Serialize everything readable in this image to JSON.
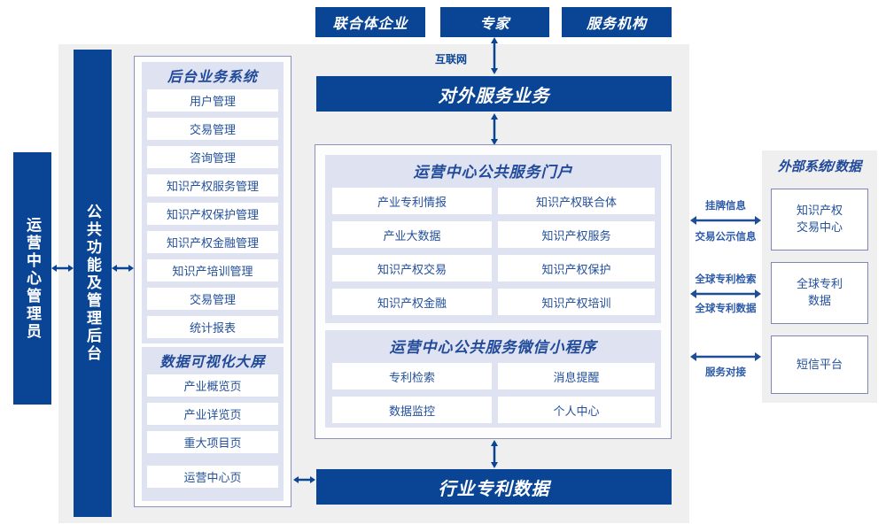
{
  "top_actors": [
    {
      "label": "联合体企业"
    },
    {
      "label": "专家"
    },
    {
      "label": "服务机构"
    }
  ],
  "network_label": "互联网",
  "external_service_bar": {
    "label": "对外服务业务"
  },
  "bottom_bar": {
    "label": "行业专利数据"
  },
  "left_columns": [
    {
      "label": "运营中心管理员"
    },
    {
      "label": "公共功能及管理后台"
    }
  ],
  "backend_panel": {
    "title": "后台业务系统",
    "items": [
      "用户管理",
      "交易管理",
      "咨询管理",
      "知识产权服务管理",
      "知识产权保护管理",
      "知识产权金融管理",
      "知识产培训管理",
      "交易管理",
      "统计报表"
    ]
  },
  "visualization_panel": {
    "title": "数据可视化大屏",
    "items": [
      "产业概览页",
      "产业详览页",
      "重大项目页",
      "运营中心页"
    ]
  },
  "portal_panel": {
    "title": "运营中心公共服务门户",
    "items": [
      "产业专利情报",
      "知识产权联合体",
      "产业大数据",
      "知识产权服务",
      "知识产权交易",
      "知识产权保护",
      "知识产权金融",
      "知识产权培训"
    ]
  },
  "miniprogram_panel": {
    "title": "运营中心公共服务微信小程序",
    "items": [
      "专利检索",
      "消息提醒",
      "数据监控",
      "个人中心"
    ]
  },
  "external_panel": {
    "title": "外部系统/数据",
    "items": [
      {
        "label": "知识产权\n交易中心"
      },
      {
        "label": "全球专利\n数据"
      },
      {
        "label": "短信平台"
      }
    ]
  },
  "connectors": [
    {
      "above": "挂牌信息",
      "below": "交易公示信息"
    },
    {
      "above": "全球专利检索",
      "below": "全球专利数据"
    },
    {
      "above": "",
      "below": "服务对接"
    }
  ],
  "colors": {
    "brand_blue": "#0a4595",
    "accent_blue": "#23509a",
    "panel_gray": "#efefef",
    "panel_lavender": "#dfe3f1",
    "card_border": "#8b90c2"
  }
}
